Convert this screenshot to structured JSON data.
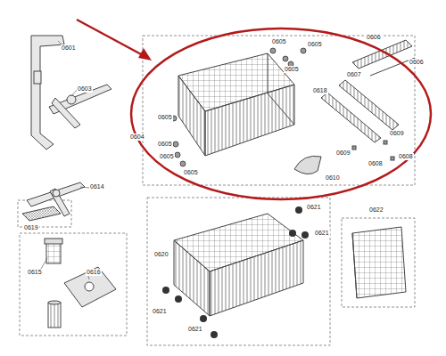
{
  "diagram": {
    "labels": [
      "0601",
      "0603",
      "0614",
      "0619",
      "0615",
      "0616",
      "0604",
      "0605",
      "0605",
      "0605",
      "0606",
      "0606",
      "0607",
      "0618",
      "0609",
      "0609",
      "0608",
      "0608",
      "0610",
      "0605",
      "0605",
      "0605",
      "0605",
      "0620",
      "0621",
      "0621",
      "0621",
      "0621",
      "0622"
    ]
  }
}
